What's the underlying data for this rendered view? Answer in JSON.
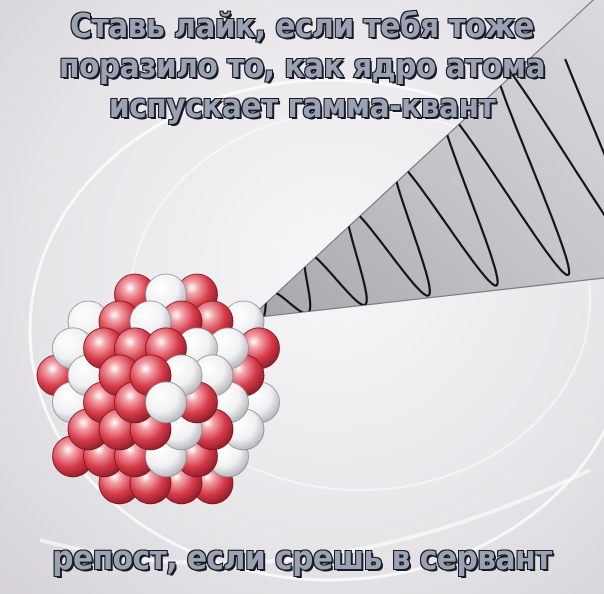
{
  "meme": {
    "top_lines": [
      "Ставь лайк, если тебя тоже",
      "поразило то, как ядро атома",
      "испускает гамма-квант"
    ],
    "bottom_text": "репост, если срешь в сервант"
  },
  "colors": {
    "proton_red": "#d63a48",
    "neutron_white": "#f4f4f6",
    "beam_gray": "#bdbcc1",
    "caption_fill": "#9aa3b5",
    "caption_outline": "#1a1a22"
  },
  "icons": {
    "nucleus": "atomic-nucleus-icon",
    "wave": "gamma-wave-icon"
  }
}
